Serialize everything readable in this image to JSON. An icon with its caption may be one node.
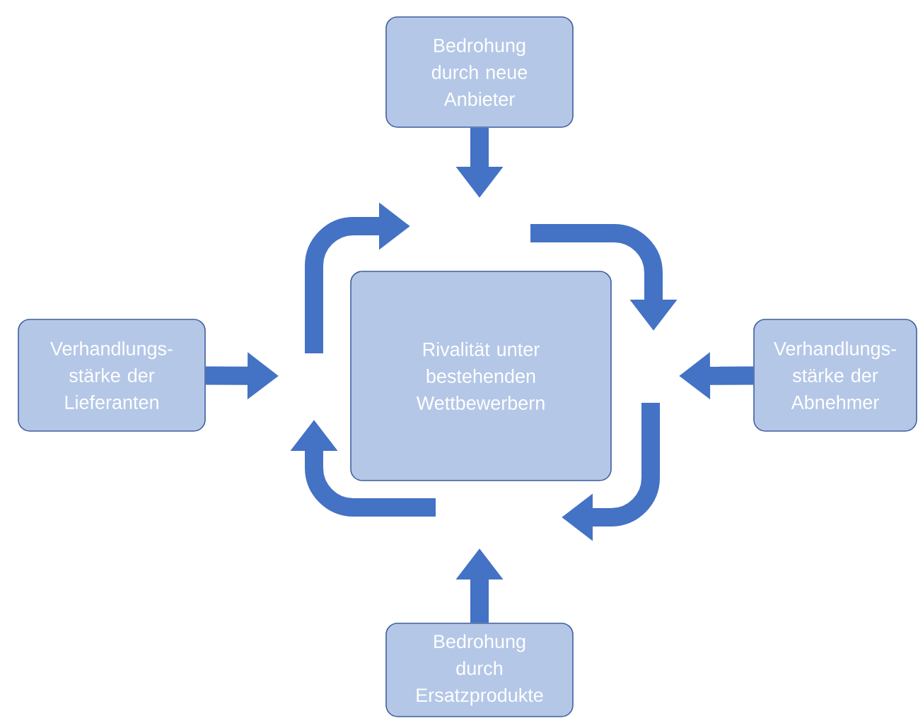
{
  "diagram": {
    "nodes": [
      {
        "text": [
          "Bedrohung durch neue Anbieter"
        ]
      },
      {
        "text": [
          "Verhandlungs- stärke der Lieferanten"
        ]
      },
      {
        "text": [
          "Rivalität unter bestehenden Wettbewerbern"
        ]
      },
      {
        "text": [
          "Verhandlungs- stärke der Abnehmer"
        ]
      },
      {
        "text": [
          "Bedrohung durch Ersatzprodukte"
        ]
      }
    ],
    "edges": [
      {
        "from": 0,
        "to": null,
        "arrow": "to"
      },
      {
        "from": 1,
        "to": null,
        "arrow": "to"
      },
      {
        "from": 3,
        "to": null,
        "arrow": "to"
      },
      {
        "from": 4,
        "to": null,
        "arrow": "to"
      }
    ]
  }
}
